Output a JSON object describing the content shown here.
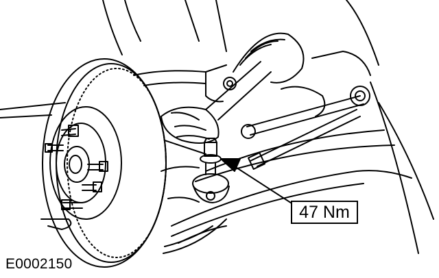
{
  "figure_id": "E0002150",
  "callout": {
    "torque_label": "47 Nm"
  },
  "colors": {
    "line": "#000000",
    "background": "#ffffff"
  },
  "icons": {
    "arrow": "solid-triangle-arrow"
  }
}
